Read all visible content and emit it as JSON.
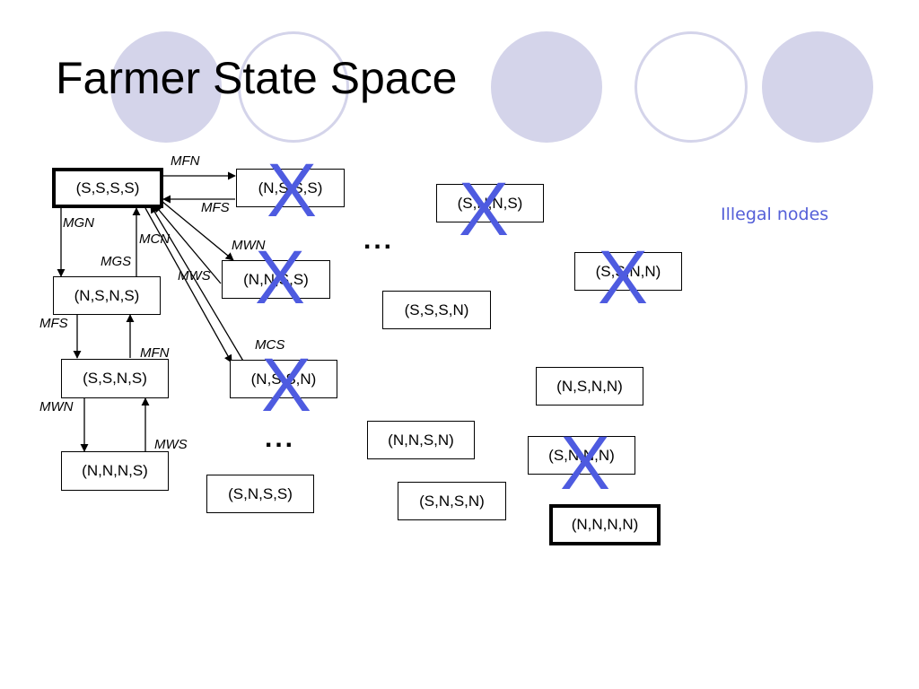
{
  "title": "Farmer State Space",
  "legend": "Illegal nodes",
  "ellipsis": "...",
  "colors": {
    "illegal": "#4e5be0",
    "decor": "#d4d4ea"
  },
  "x_mark": "X",
  "nodes": {
    "ssss": "(S,S,S,S)",
    "nsss_top": "(N,S,S,S)",
    "snns": "(S,N,N,S)",
    "nnss": "(N,N,S,S)",
    "ssnn": "(S,S,N,N)",
    "nsns": "(N,S,N,S)",
    "sssn": "(S,S,S,N)",
    "ssns": "(S,S,N,S)",
    "nssn": "(N,S,S,N)",
    "nsnn": "(N,S,N,N)",
    "nnns": "(N,N,N,S)",
    "nnsn": "(N,N,S,N)",
    "snnn": "(S,N,N,N)",
    "snss": "(S,N,S,S)",
    "snsn": "(S,N,S,N)",
    "nnnn": "(N,N,N,N)"
  },
  "edges": {
    "mfn_top": "MFN",
    "mfs_top": "MFS",
    "mgn": "MGN",
    "mcn": "MCN",
    "mgs": "MGS",
    "mwn_top": "MWN",
    "mws_top": "MWS",
    "mcs": "MCS",
    "mfs_left": "MFS",
    "mfn_left": "MFN",
    "mwn_left": "MWN",
    "mws_left": "MWS"
  }
}
